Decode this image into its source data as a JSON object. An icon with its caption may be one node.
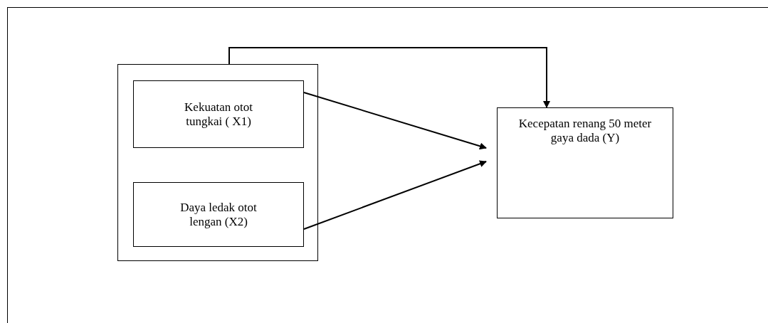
{
  "diagram": {
    "nodes": [
      {
        "text": [],
        "shape": "box"
      },
      {
        "text": [
          "Kekuatan otot tungkai ( X1)"
        ],
        "in": 0
      },
      {
        "text": [
          "Daya ledak otot lengan (X2)"
        ],
        "in": 0
      },
      {
        "text": [
          "Kecepatan renang 50 meter gaya dada  (Y)"
        ]
      }
    ],
    "edges": [
      {
        "from": 0,
        "to": 3,
        "arrow": "to"
      },
      {
        "from": 1,
        "to": 3,
        "arrow": "to"
      },
      {
        "from": 2,
        "to": 3,
        "arrow": "to"
      }
    ]
  }
}
